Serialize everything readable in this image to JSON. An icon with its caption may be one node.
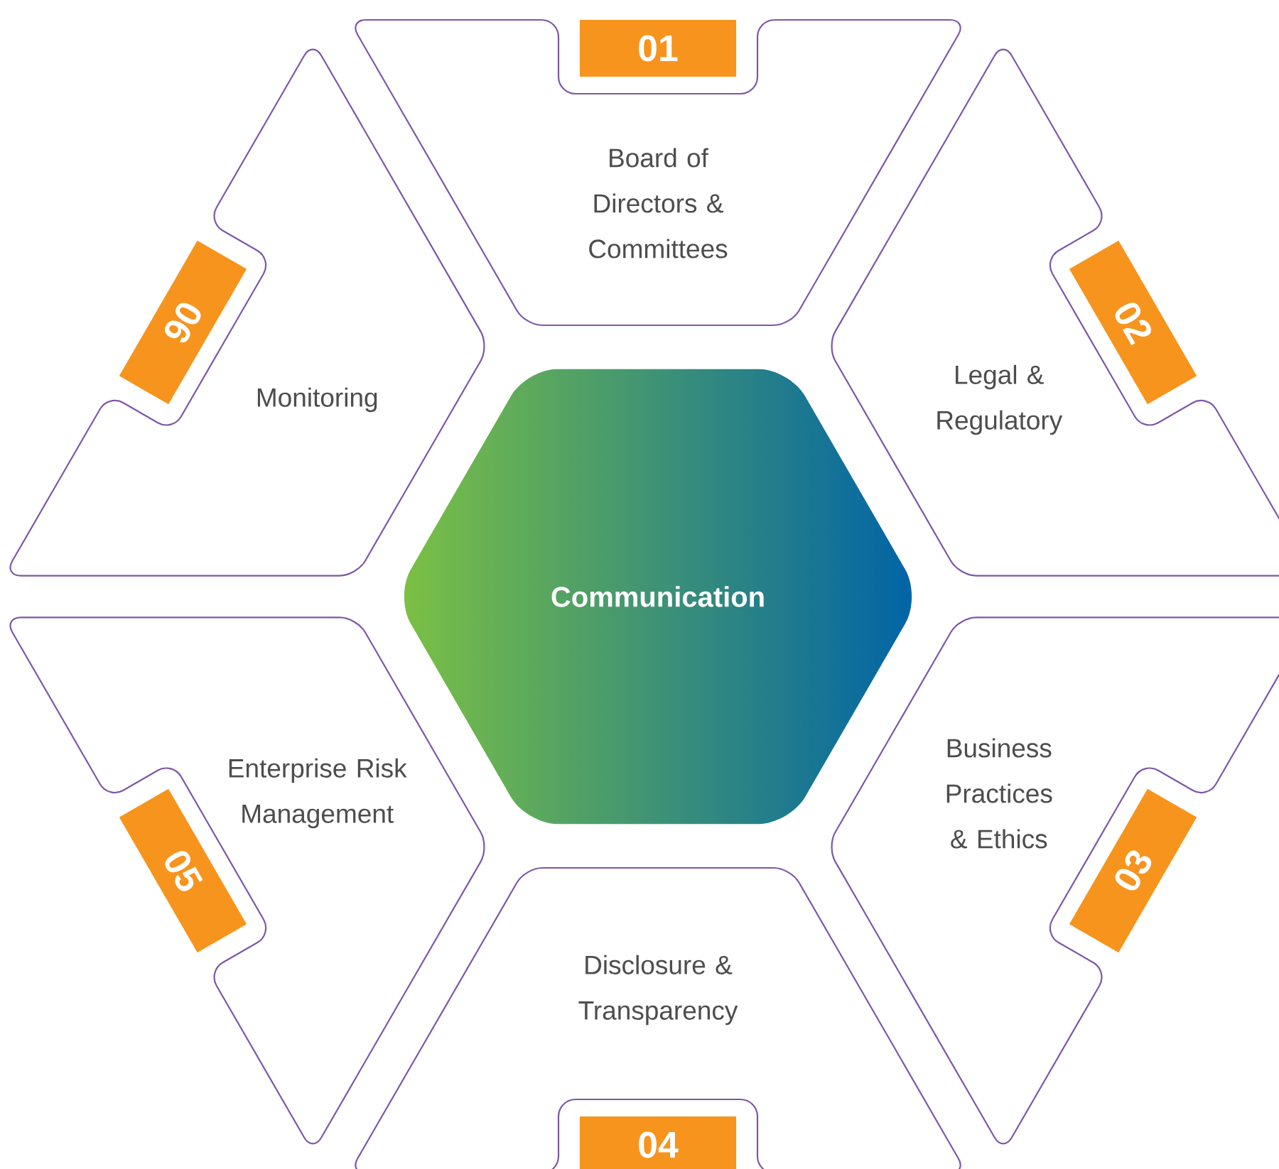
{
  "diagram": {
    "nodes": [
      {
        "text": [
          "01",
          "Board of Directors & Committees"
        ]
      },
      {
        "text": [
          "02",
          "Legal & Regulatory"
        ]
      },
      {
        "text": [
          "03",
          "Business Practices & Ethics"
        ]
      },
      {
        "text": [
          "Disclosure & Transparency",
          "04"
        ]
      },
      {
        "text": [
          "05",
          "Enterprise Risk Management"
        ]
      },
      {
        "text": [
          "06",
          "Monitoring"
        ]
      },
      {
        "text": [
          "Communication"
        ]
      }
    ]
  }
}
